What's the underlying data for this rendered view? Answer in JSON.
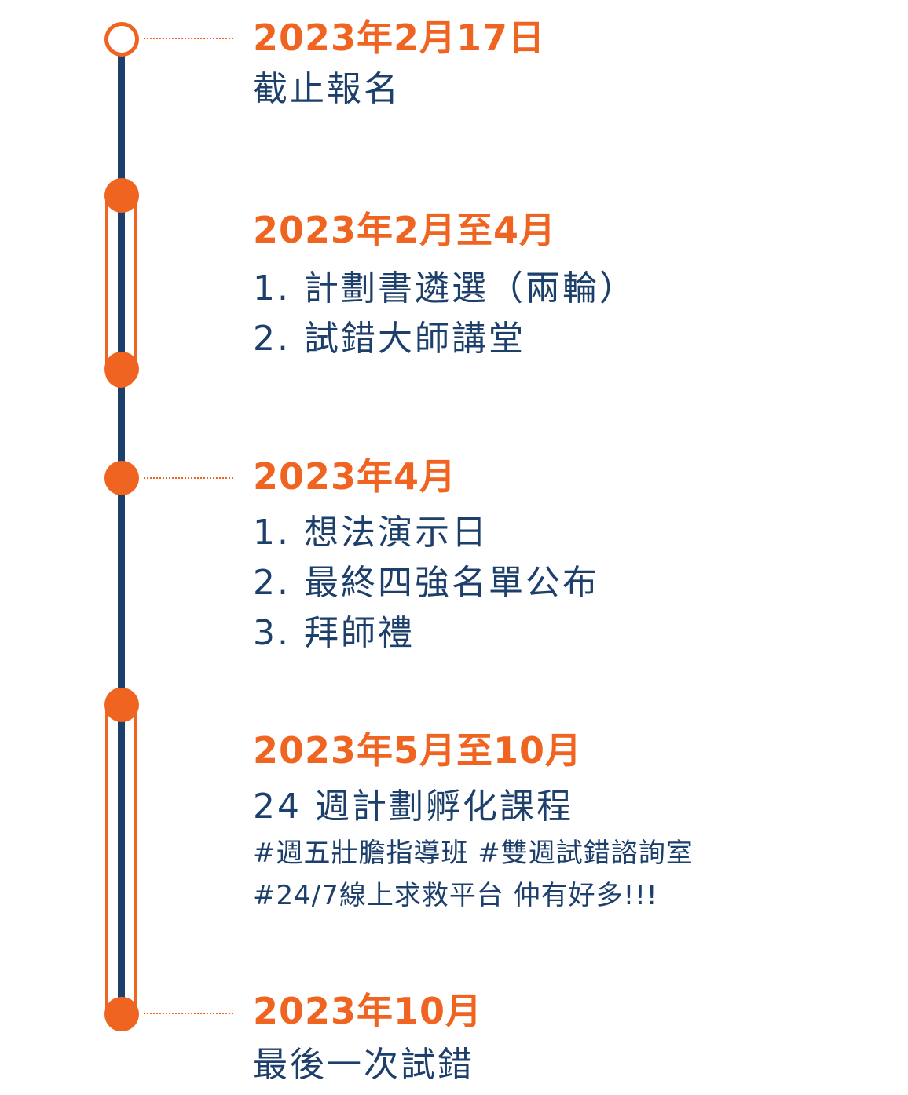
{
  "colors": {
    "accent": "#f06421",
    "navy": "#1d3f6c"
  },
  "milestones": [
    {
      "date": "2023年2月17日",
      "items": [
        "截止報名"
      ]
    },
    {
      "date": "2023年2月至4月",
      "items": [
        "1. 計劃書遴選（兩輪）",
        "2. 試錯大師講堂"
      ]
    },
    {
      "date": "2023年4月",
      "items": [
        "1. 想法演示日",
        "2. 最終四強名單公布",
        "3. 拜師禮"
      ]
    },
    {
      "date": "2023年5月至10月",
      "items": [
        "24 週計劃孵化課程"
      ],
      "tags": [
        "#週五壯膽指導班 #雙週試錯諮詢室",
        "#24/7線上求救平台  仲有好多!!!"
      ]
    },
    {
      "date": "2023年10月",
      "items": [
        "最後一次試錯"
      ]
    }
  ]
}
